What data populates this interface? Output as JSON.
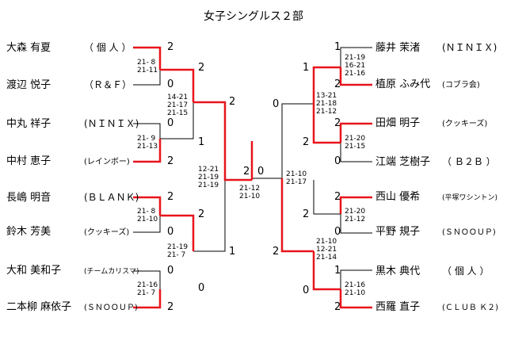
{
  "title": "女子シングルス２部",
  "left": {
    "players": [
      {
        "name": "大森 有夏",
        "team": "（ 個 人 ）"
      },
      {
        "name": "渡辺 悦子",
        "team": "（Ｒ＆Ｆ）"
      },
      {
        "name": "中丸 祥子",
        "team": "(ＮＩＮＩＸ)"
      },
      {
        "name": "中村 恵子",
        "team": "(レインボー)"
      },
      {
        "name": "長嶋 明音",
        "team": "(ＢＬＡＮＫ)"
      },
      {
        "name": "鈴木 芳美",
        "team": "(クッキーズ)"
      },
      {
        "name": "大和 美和子",
        "team": "(チームカリスマ)"
      },
      {
        "name": "二本柳 麻依子",
        "team": "(ＳＮＯＯＵＰ)"
      }
    ],
    "r1": [
      {
        "top": "2",
        "bottom": "0",
        "games": "21- 8\n21-11"
      },
      {
        "top": "0",
        "bottom": "2",
        "games": "21- 9\n21-13"
      },
      {
        "top": "2",
        "bottom": "0",
        "games": "21- 8\n21-10"
      },
      {
        "top": "0",
        "bottom": "2",
        "games": "21-16\n21- 7"
      }
    ],
    "r2": [
      {
        "top": "2",
        "bottom": "1",
        "games": "14-21\n21-17\n21-15"
      },
      {
        "top": "2",
        "bottom": "0",
        "games": "21-19\n21- 7"
      }
    ],
    "r3": {
      "top": "2",
      "bottom": "1",
      "games": "12-21\n21-19\n21-19"
    }
  },
  "right": {
    "players": [
      {
        "name": "藤井 茉渚",
        "team": "(ＮＩＮＩＸ)"
      },
      {
        "name": "植原 ふみ代",
        "team": "(コブラ会)"
      },
      {
        "name": "田畑 明子",
        "team": "(クッキーズ)"
      },
      {
        "name": "江端 芝樹子",
        "team": "（ Ｂ２Ｂ ）"
      },
      {
        "name": "西山 優希",
        "team": "(平塚ワシントン)"
      },
      {
        "name": "平野 規子",
        "team": "(ＳＮＯＯＵＰ)"
      },
      {
        "name": "黒木 典代",
        "team": "（ 個 人 ）"
      },
      {
        "name": "西羅 直子",
        "team": "(ＣＬＵＢ Ｋ２)"
      }
    ],
    "r1": [
      {
        "top": "1",
        "bottom": "2",
        "games": "21-19\n16-21\n21-16"
      },
      {
        "top": "2",
        "bottom": "0",
        "games": "21-20\n21-15"
      },
      {
        "top": "2",
        "bottom": "0",
        "games": "21-20\n21-12"
      },
      {
        "top": "1",
        "bottom": "2",
        "games": "21-16\n21-10"
      }
    ],
    "r2": [
      {
        "top": "1",
        "bottom": "2",
        "games": "13-21\n21-18\n21-12"
      },
      {
        "top": "2",
        "bottom": "0",
        "games": "21-10\n12-21\n21-14"
      }
    ],
    "r3": {
      "top": "0",
      "bottom": "2",
      "games": "21-10\n21-17"
    }
  },
  "final": {
    "left": "2",
    "right": "0",
    "games": "21-12\n21-10"
  },
  "colors": {
    "win": "#e8141c",
    "line": "#000000"
  }
}
